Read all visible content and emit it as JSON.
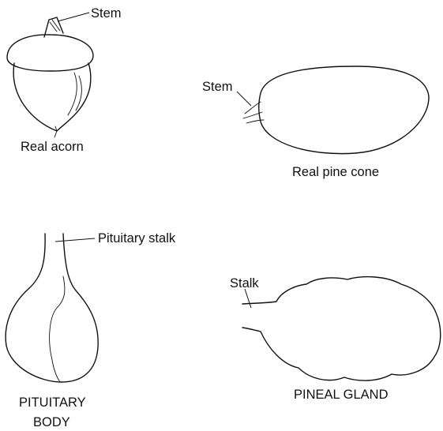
{
  "labels": {
    "acorn_stem": "Stem",
    "acorn_caption": "Real acorn",
    "pinecone_stem": "Stem",
    "pinecone_caption": "Real pine cone",
    "pituitary_stalk": "Pituitary stalk",
    "pituitary_caption_line1": "PITUITARY",
    "pituitary_caption_line2": "BODY",
    "pineal_stalk": "Stalk",
    "pineal_caption": "PINEAL GLAND"
  }
}
